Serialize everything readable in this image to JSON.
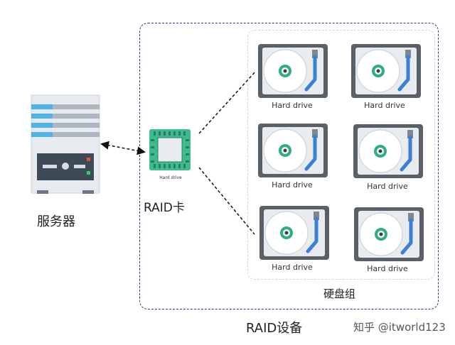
{
  "server": {
    "label": "服务器"
  },
  "raid_card": {
    "label": "RAID卡",
    "chip_label": "Hard drive"
  },
  "disk_group": {
    "label": "硬盘组",
    "drives": [
      {
        "label": "Hard drive"
      },
      {
        "label": "Hard drive"
      },
      {
        "label": "Hard drive"
      },
      {
        "label": "Hard drive"
      },
      {
        "label": "Hard drive"
      },
      {
        "label": "Hard drive"
      }
    ]
  },
  "raid_device": {
    "label": "RAID设备"
  },
  "watermark": "知乎 @itworld123",
  "colors": {
    "device_border": "#1f3f7a",
    "card_green": "#3dbb8c",
    "drive_case": "#5a6068",
    "disk_arm": "#3b7fd6"
  }
}
